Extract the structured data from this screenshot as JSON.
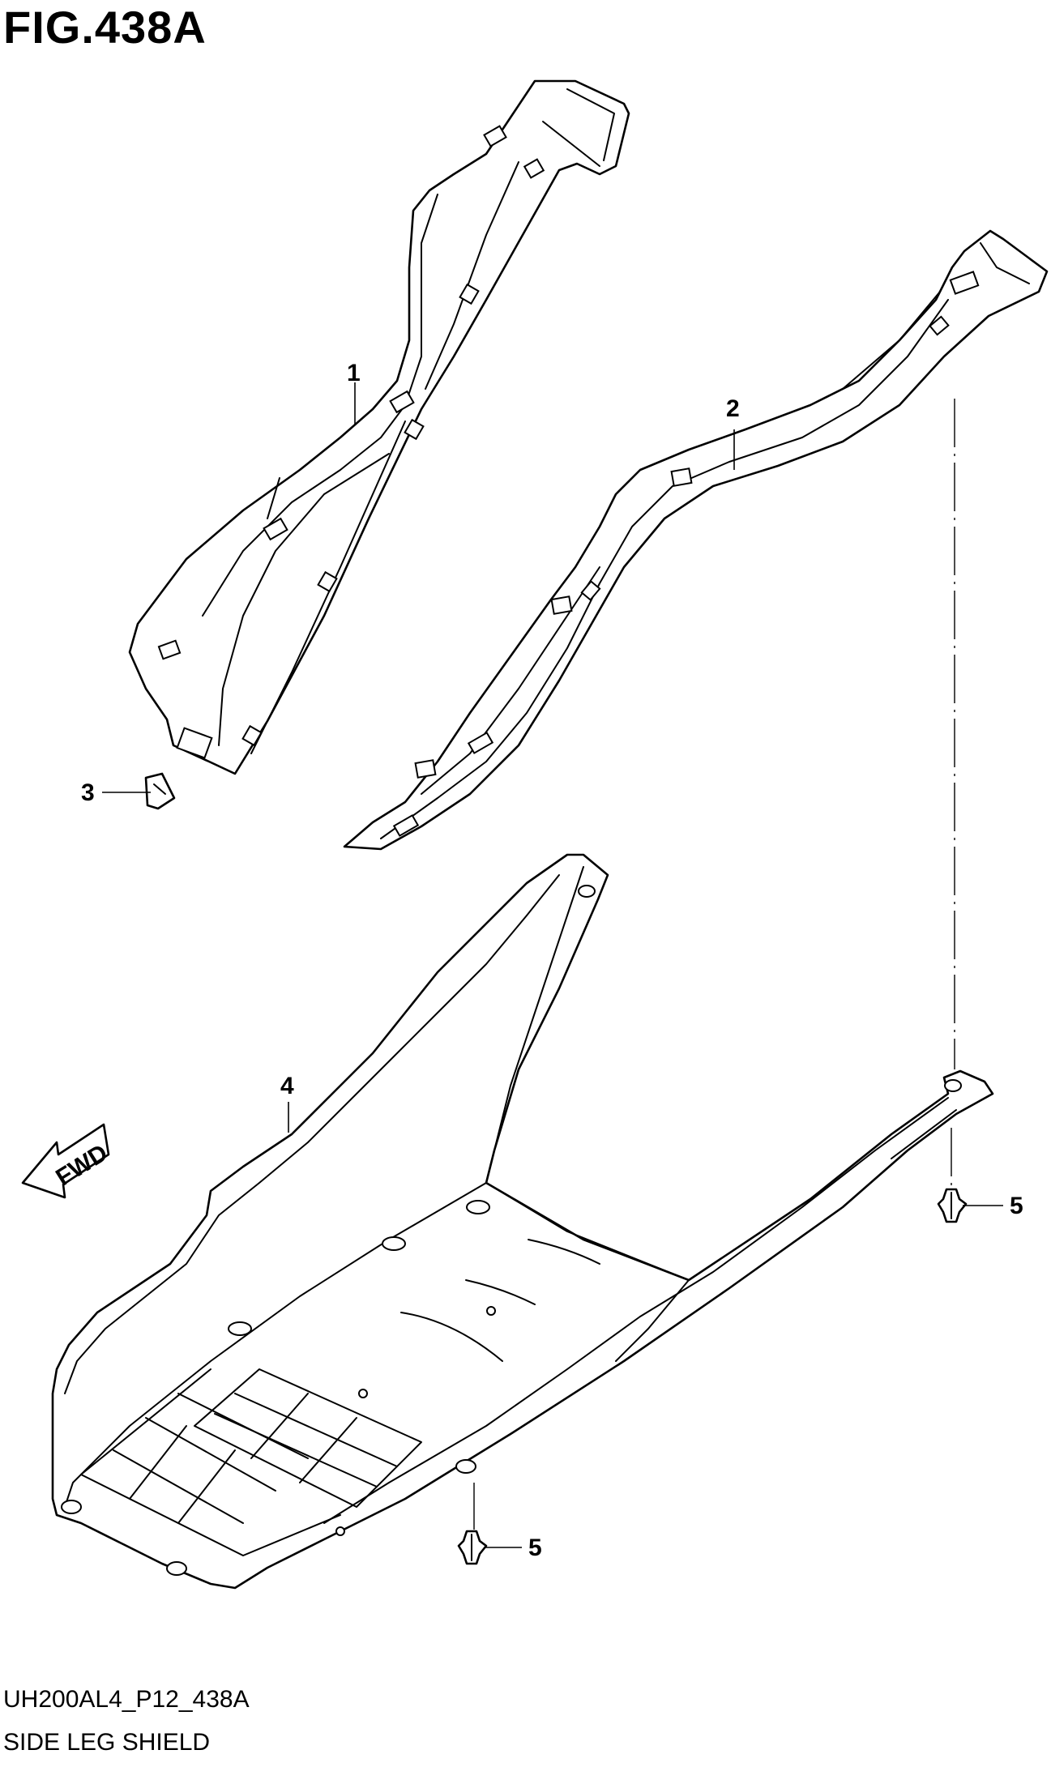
{
  "figure": {
    "title": "FIG.438A",
    "diagram_code": "UH200AL4_P12_438A",
    "diagram_name": "SIDE LEG SHIELD"
  },
  "callouts": [
    {
      "id": "c1",
      "label": "1"
    },
    {
      "id": "c2",
      "label": "2"
    },
    {
      "id": "c3",
      "label": "3"
    },
    {
      "id": "c4",
      "label": "4"
    },
    {
      "id": "c5a",
      "label": "5"
    },
    {
      "id": "c5b",
      "label": "5"
    }
  ],
  "direction_marker": {
    "label": "FWD"
  }
}
